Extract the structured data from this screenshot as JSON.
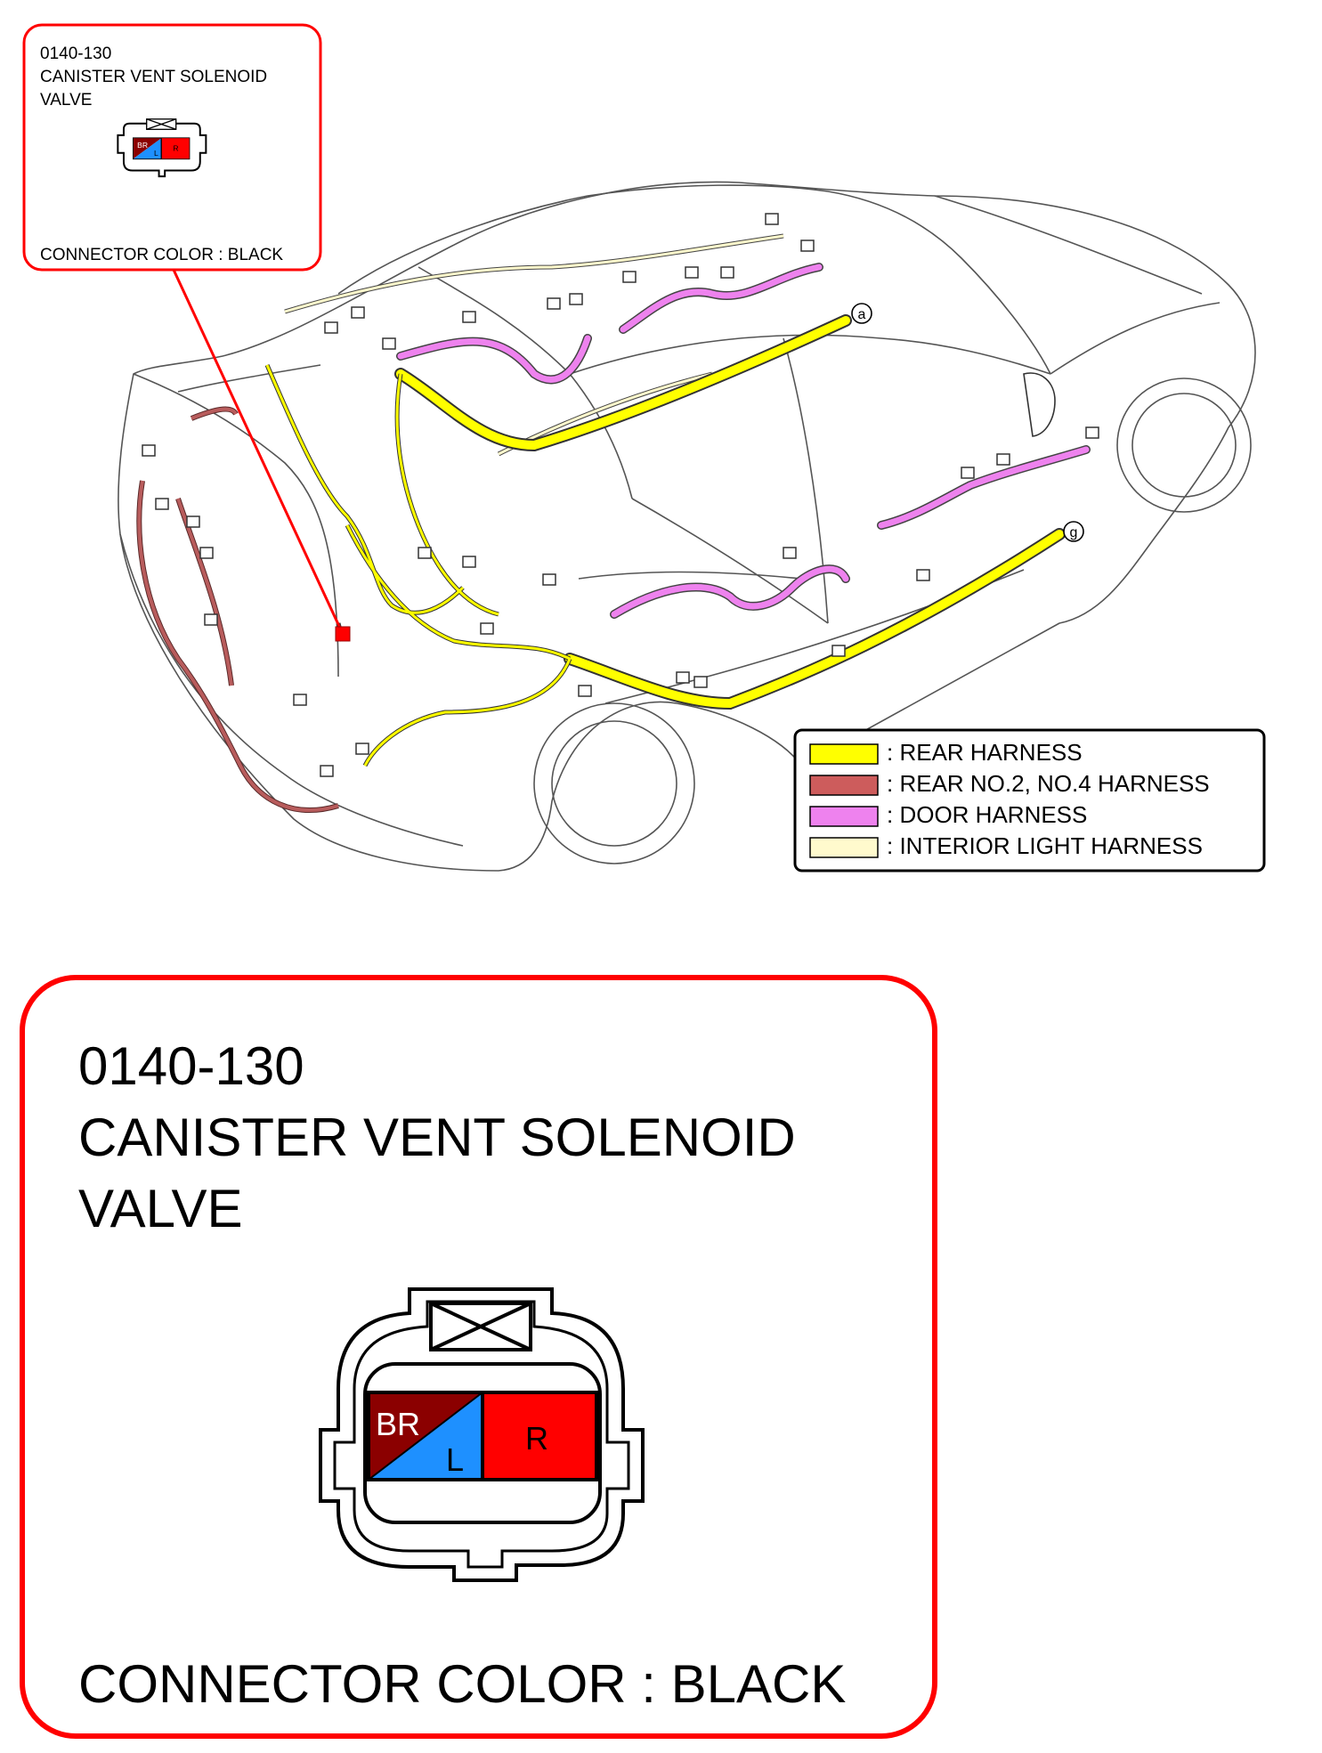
{
  "callout_small": {
    "code": "0140-130",
    "name_line1": "CANISTER VENT SOLENOID",
    "name_line2": "VALVE",
    "connector_color": "CONNECTOR COLOR : BLACK"
  },
  "callout_large": {
    "code": "0140-130",
    "name_line1": "CANISTER VENT SOLENOID",
    "name_line2": "VALVE",
    "connector_color": "CONNECTOR COLOR : BLACK"
  },
  "connector": {
    "terminals": [
      {
        "label_top": "BR",
        "label_bottom": "L",
        "color_top": "#8b0000",
        "color_bottom": "#1e90ff"
      },
      {
        "label": "R",
        "color": "#ff0000"
      }
    ]
  },
  "markers": {
    "a": "a",
    "g": "g"
  },
  "legend": {
    "items": [
      {
        "label": ": REAR HARNESS",
        "color": "#ffff00"
      },
      {
        "label": ": REAR NO.2, NO.4 HARNESS",
        "color": "#cd5c5c"
      },
      {
        "label": ": DOOR HARNESS",
        "color": "#ee82ee"
      },
      {
        "label": ": INTERIOR LIGHT HARNESS",
        "color": "#fffacd"
      }
    ]
  },
  "colors": {
    "callout_border": "#ff0000",
    "rear_harness": "#ffff00",
    "rear_no2_no4_harness": "#b85c5c",
    "door_harness": "#ee82ee",
    "interior_light_harness": "#fffacd"
  }
}
